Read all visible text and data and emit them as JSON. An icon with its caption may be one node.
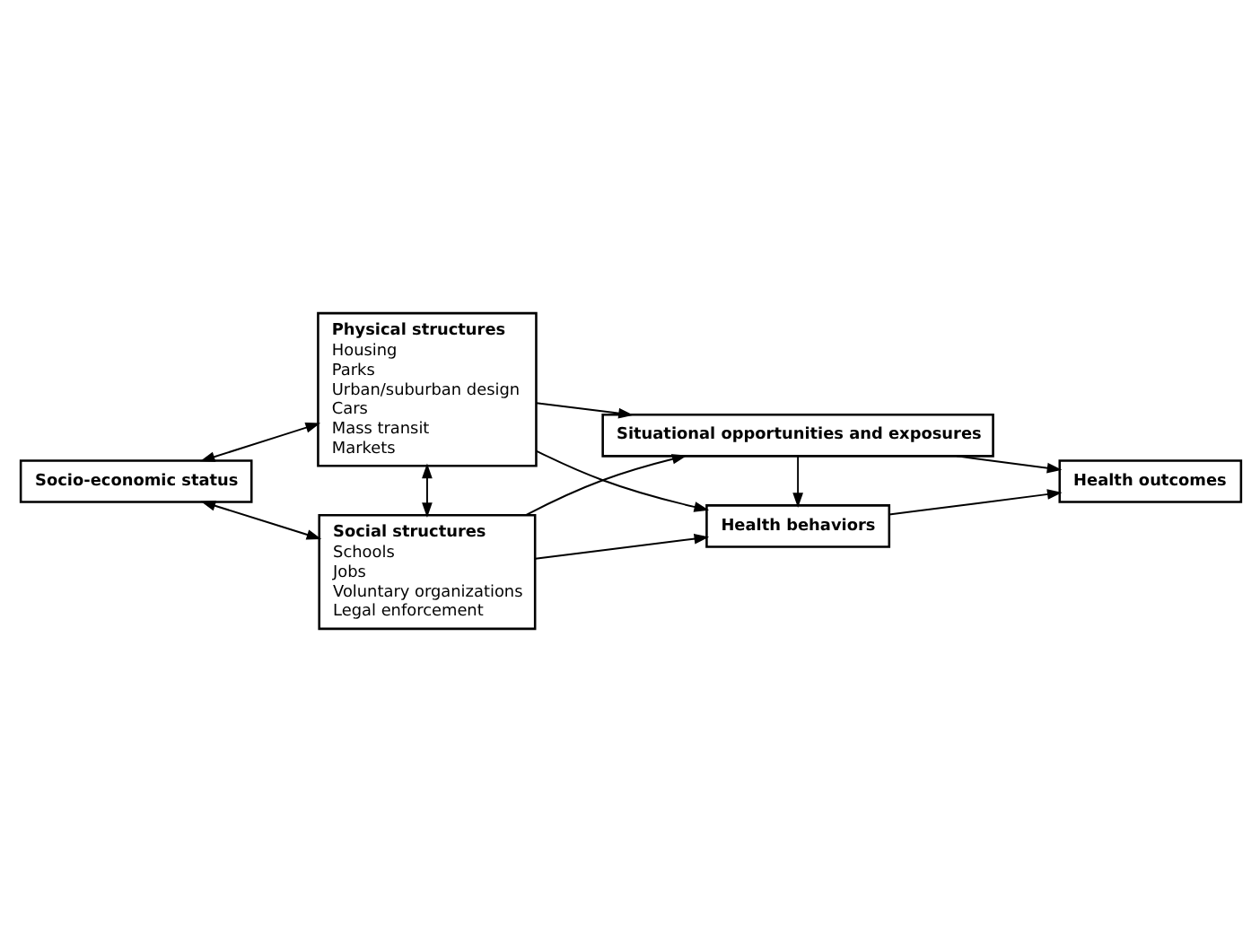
{
  "diagram": {
    "nodes": [
      {
        "text": [
          "Socio-economic status"
        ]
      },
      {
        "text": [
          "Physical structures",
          "Housing",
          "Parks",
          "Urban/suburban design",
          "Cars",
          "Mass transit",
          "Markets"
        ]
      },
      {
        "text": [
          "Social structures",
          "Schools",
          "Jobs",
          "Voluntary organizations",
          "Legal enforcement"
        ]
      },
      {
        "text": [
          "Situational opportunities and exposures"
        ]
      },
      {
        "text": [
          "Health behaviors"
        ]
      },
      {
        "text": [
          "Health outcomes"
        ]
      }
    ],
    "edges": [
      {
        "from": 0,
        "to": 1,
        "arrow": "both"
      },
      {
        "from": 0,
        "to": 2,
        "arrow": "both"
      },
      {
        "from": 1,
        "to": 2,
        "arrow": "both"
      },
      {
        "from": 1,
        "to": 3,
        "arrow": "to"
      },
      {
        "from": 1,
        "to": 4,
        "arrow": "to"
      },
      {
        "from": 2,
        "to": 3,
        "arrow": "to"
      },
      {
        "from": 2,
        "to": 4,
        "arrow": "to"
      },
      {
        "from": 3,
        "to": 4,
        "arrow": "to"
      },
      {
        "from": 3,
        "to": 5,
        "arrow": "to"
      },
      {
        "from": 4,
        "to": 5,
        "arrow": "to"
      }
    ]
  }
}
